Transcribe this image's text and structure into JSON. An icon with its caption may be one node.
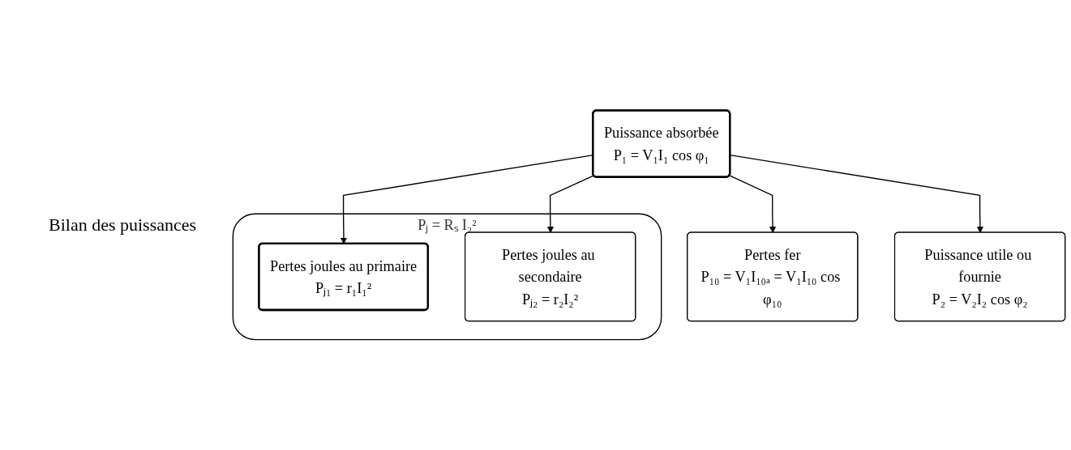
{
  "diagram": {
    "nodes": [
      {
        "text": [
          "Puissance absorbée",
          "P₁ = V₁I₁ cos φ₁"
        ]
      },
      {
        "text": [
          "Pertes fer",
          "P₁₀ = V₁I₁₀ₐ = V₁I₁₀ cos φ₁₀"
        ]
      },
      {
        "text": [
          "Pⱼ = Rₛ I₂²"
        ]
      },
      {
        "text": [
          "Pertes joules au primaire",
          "Pⱼ₁ = r₁I₁²"
        ],
        "in": 2
      },
      {
        "text": [
          "Pertes joules au secondaire",
          "Pⱼ₂ = r₂I₂²"
        ],
        "in": 2
      },
      {
        "text": [
          "Puissance utile ou fournie",
          "P₂ = V₂I₂ cos φ₂"
        ]
      }
    ],
    "edges": [
      {
        "from": 0,
        "to": 1,
        "arrow": "to"
      },
      {
        "from": 0,
        "to": 3,
        "arrow": "to"
      },
      {
        "from": 0,
        "to": 4,
        "arrow": "to"
      },
      {
        "from": 0,
        "to": 5,
        "arrow": "to"
      }
    ],
    "labels": [
      "Bilan des puissances"
    ]
  }
}
